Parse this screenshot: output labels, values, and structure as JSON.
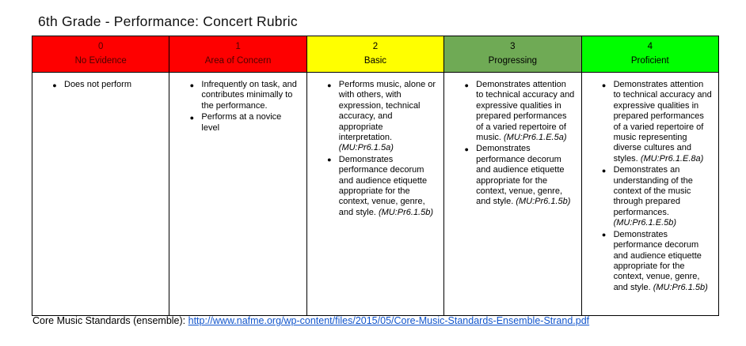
{
  "page": {
    "title": "6th Grade - Performance: Concert Rubric"
  },
  "rubric": {
    "columns": [
      {
        "score": "0",
        "label": "No Evidence",
        "header_bg": "#fe0000",
        "header_fg": "#4d0300",
        "items": [
          {
            "text": "Does not perform",
            "code": ""
          }
        ]
      },
      {
        "score": "1",
        "label": "Area of Concern",
        "header_bg": "#fe0000",
        "header_fg": "#4d0300",
        "items": [
          {
            "text": "Infrequently on task, and contributes minimally to the performance.",
            "code": ""
          },
          {
            "text": "Performs at a novice level",
            "code": ""
          }
        ]
      },
      {
        "score": "2",
        "label": "Basic",
        "header_bg": "#ffff00",
        "header_fg": "#000000",
        "items": [
          {
            "text": "Performs music, alone or with others, with expression, technical accuracy, and appropriate interpretation.",
            "code": "(MU:Pr6.1.5a)"
          },
          {
            "text": "Demonstrates performance decorum and audience etiquette appropriate for the context, venue, genre, and style.",
            "code": "(MU:Pr6.1.5b)"
          }
        ]
      },
      {
        "score": "3",
        "label": "Progressing",
        "header_bg": "#6faa55",
        "header_fg": "#000000",
        "items": [
          {
            "text": "Demonstrates attention to technical accuracy and expressive qualities in prepared performances of a varied repertoire of music.",
            "code": "(MU:Pr6.1.E.5a)"
          },
          {
            "text": "Demonstrates performance decorum and audience etiquette appropriate for the context, venue, genre, and style.",
            "code": "(MU:Pr6.1.5b)"
          }
        ]
      },
      {
        "score": "4",
        "label": "Proficient",
        "header_bg": "#00fe00",
        "header_fg": "#000000",
        "items": [
          {
            "text": "Demonstrates attention to technical accuracy and expressive qualities in prepared performances of a varied repertoire of music representing diverse cultures and styles.",
            "code": "(MU:Pr6.1.E.8a)"
          },
          {
            "text": "Demonstrates an understanding of the context of the music through prepared performances.",
            "code": "(MU:Pr6.1.E.5b)"
          },
          {
            "text": "Demonstrates performance decorum and audience etiquette appropriate for the context, venue, genre, and style.",
            "code": "(MU:Pr6.1.5b)"
          }
        ]
      }
    ]
  },
  "footer": {
    "label": "Core Music Standards (ensemble):",
    "link_text": "http://www.nafme.org/wp-content/files/2015/05/Core-Music-Standards-Ensemble-Strand.pdf",
    "link_color": "#1155cc"
  }
}
